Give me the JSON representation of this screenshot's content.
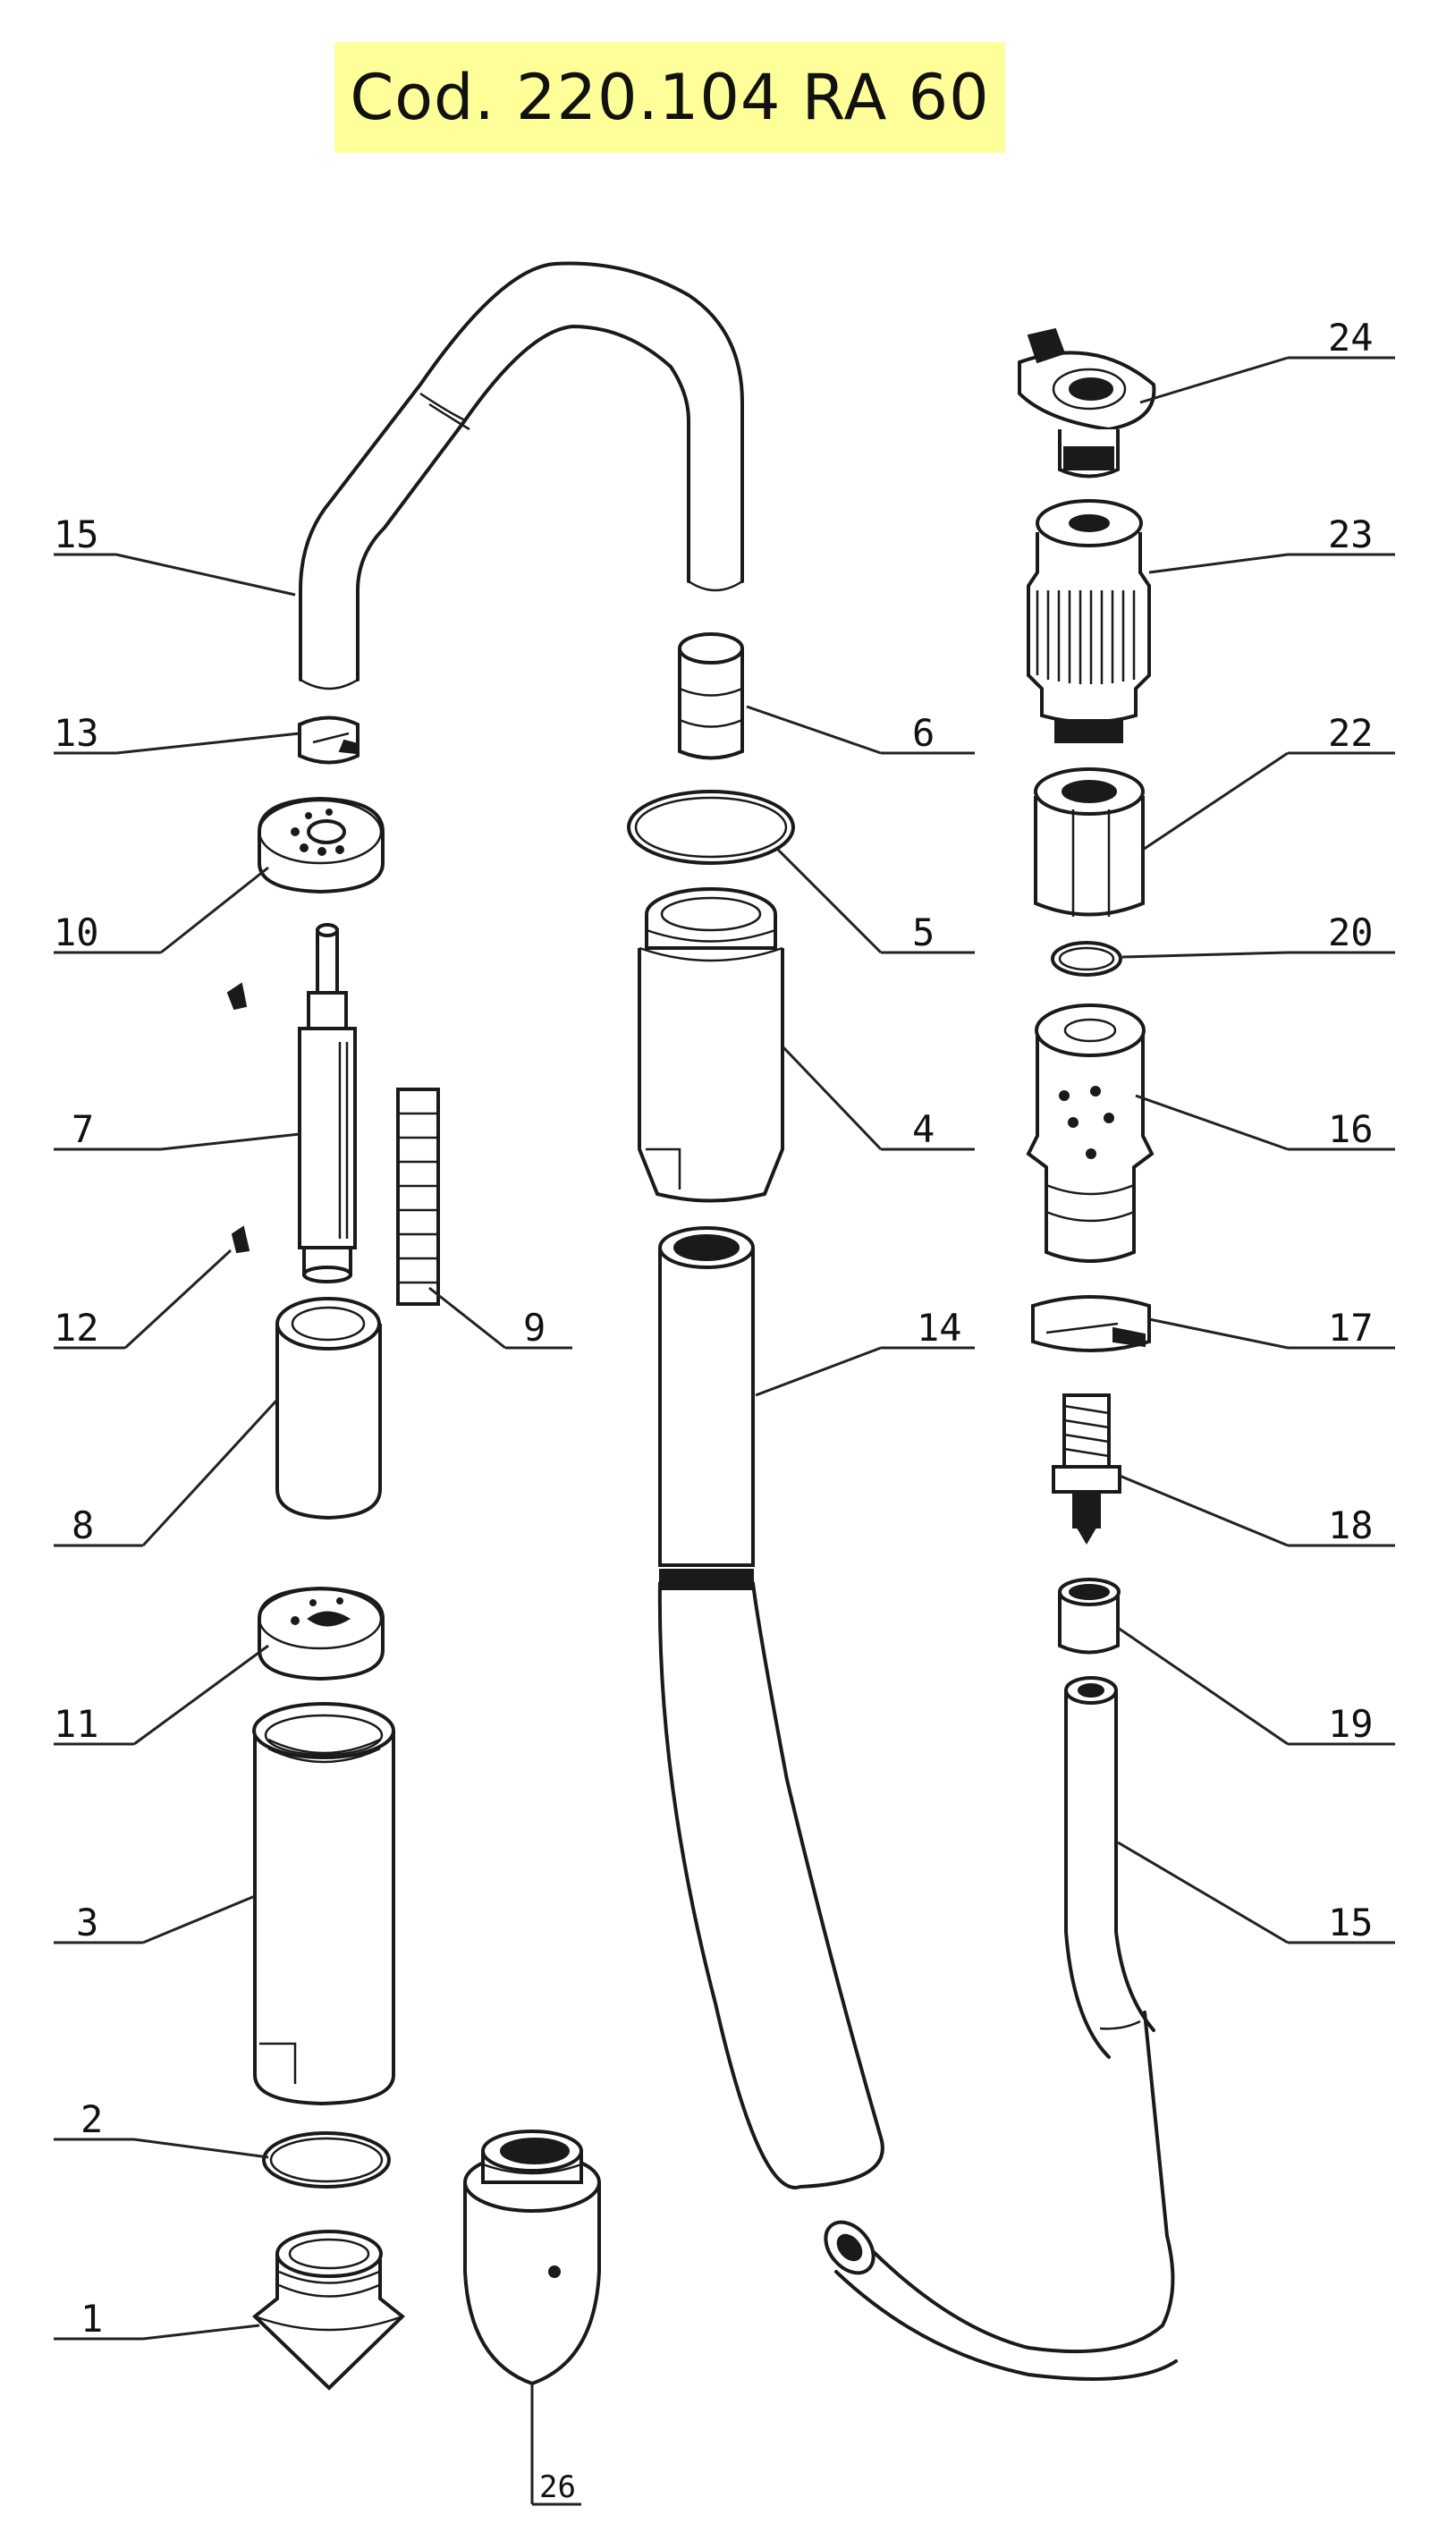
{
  "title": "Cod. 220.104 RA 60",
  "colors": {
    "title_background": "#ffff99",
    "line": "#1a1a1a"
  },
  "labels": {
    "p1": "1",
    "p2": "2",
    "p3": "3",
    "p4": "4",
    "p5": "5",
    "p6": "6",
    "p7": "7",
    "p8": "8",
    "p9": "9",
    "p10": "10",
    "p11": "11",
    "p12": "12",
    "p13": "13",
    "p14": "14",
    "p15a": "15",
    "p15b": "15",
    "p16": "16",
    "p17": "17",
    "p18": "18",
    "p19": "19",
    "p20": "20",
    "p22": "22",
    "p23": "23",
    "p24": "24",
    "p26": "26"
  }
}
